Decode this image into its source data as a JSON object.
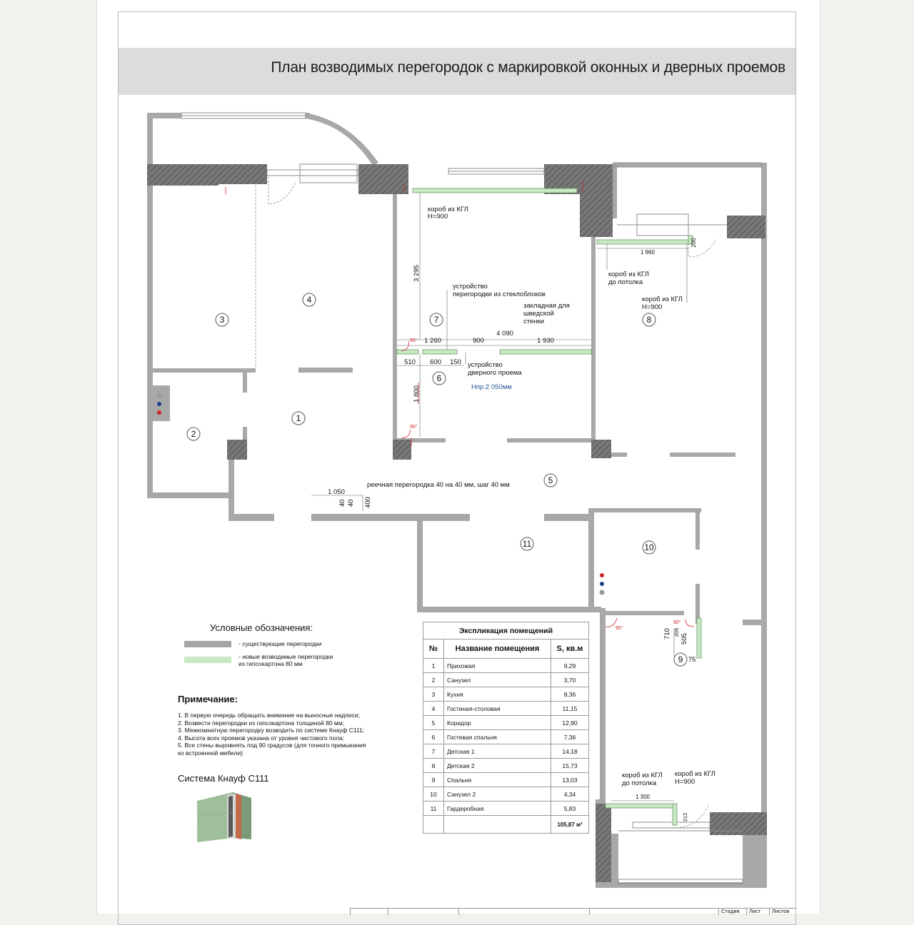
{
  "sheet": {
    "title": "План возводимых перегородок с маркировкой оконных и дверных проемов"
  },
  "colors": {
    "existing_wall": "#a5a5a5",
    "new_partition": "#c9e8c4",
    "load_bearing": "#6e6e6e",
    "dimension_accent": "#d0262a",
    "height_note": "#1d4f91"
  },
  "rooms": [
    {
      "number": "1"
    },
    {
      "number": "2"
    },
    {
      "number": "3"
    },
    {
      "number": "4"
    },
    {
      "number": "5"
    },
    {
      "number": "6"
    },
    {
      "number": "7"
    },
    {
      "number": "8"
    },
    {
      "number": "9"
    },
    {
      "number": "10"
    },
    {
      "number": "11"
    }
  ],
  "annotations": {
    "box_kgl_h900_a": "короб из КГЛ",
    "box_kgl_h900_a2": "Н=900",
    "glass_block_1": "устройство",
    "glass_block_2": "перегородки из стеклоблоков",
    "swedish_1": "закладная для",
    "swedish_2": "шведской",
    "swedish_3": "стенки",
    "door_1": "устройство",
    "door_2": "дверного проема",
    "door_height": "Нпр.2 050мм",
    "box_ceiling_1": "короб из КГЛ",
    "box_ceiling_2": "до потолка",
    "box_h900_b1": "короб из КГЛ",
    "box_h900_b2": "Н=900",
    "slat": "реечная перегородка 40 на 40 мм, шаг 40 мм",
    "box_ceiling_c1": "короб из КГЛ",
    "box_ceiling_c2": "до потолка",
    "box_h900_c1": "короб из КГЛ",
    "box_h900_c2": "Н=900"
  },
  "dimensions": {
    "d3295": "3 295",
    "d4090": "4 090",
    "d1260": "1 260",
    "d900": "900",
    "d1930": "1 930",
    "d510": "510",
    "d600": "600",
    "d150": "150",
    "d1800": "1 800",
    "d1960": "1 960",
    "d200": "200",
    "d1050": "1 050",
    "d40a": "40",
    "d40b": "40",
    "d400": "400",
    "d710": "710",
    "d205": "205",
    "d505": "505",
    "d75": "75",
    "d1300": "1 300",
    "d212": "212",
    "angle": "90°"
  },
  "legend": {
    "title": "Условные обозначения:",
    "existing": "- существующие перегородки",
    "new_1": "- новые возводимые перегородки",
    "new_2": "из гипсокартона 80 мм"
  },
  "notes": {
    "title": "Примечание:",
    "lines": [
      "1. В первую очередь обращать внимание на выносные надписи;",
      "2. Возвести перегородки из гипсокартона толщиной 80 мм;",
      "3. Межкомнатную перегородку возводить по системе Кнауф С111;",
      "4. Высота всех проемов указана от уровня чистового пола;",
      "5. Все стены выровнять под 90 градусов (для точного примыкания",
      "ко встроенной мебели)"
    ]
  },
  "system": {
    "title": "Система Кнауф С111"
  },
  "explication": {
    "caption": "Экспликация помещений",
    "headers": [
      "№",
      "Название помещения",
      "S, кв.м"
    ],
    "rows": [
      [
        "1",
        "Прихожая",
        "9,29"
      ],
      [
        "2",
        "Санузел",
        "3,70"
      ],
      [
        "3",
        "Кухня",
        "8,36"
      ],
      [
        "4",
        "Гостиная-столовая",
        "11,15"
      ],
      [
        "5",
        "Коридор",
        "12,90"
      ],
      [
        "6",
        "Гостевая спальня",
        "7,36"
      ],
      [
        "7",
        "Детская 1",
        "14,18"
      ],
      [
        "8",
        "Детская 2",
        "15,73"
      ],
      [
        "9",
        "Спальня",
        "13,03"
      ],
      [
        "10",
        "Санузел 2",
        "4,34"
      ],
      [
        "11",
        "Гардеробная",
        "5,83"
      ]
    ],
    "total": "105,87 м²"
  },
  "stamp": {
    "stage": "Стадия",
    "sheet": "Лист",
    "sheets": "Листов"
  }
}
